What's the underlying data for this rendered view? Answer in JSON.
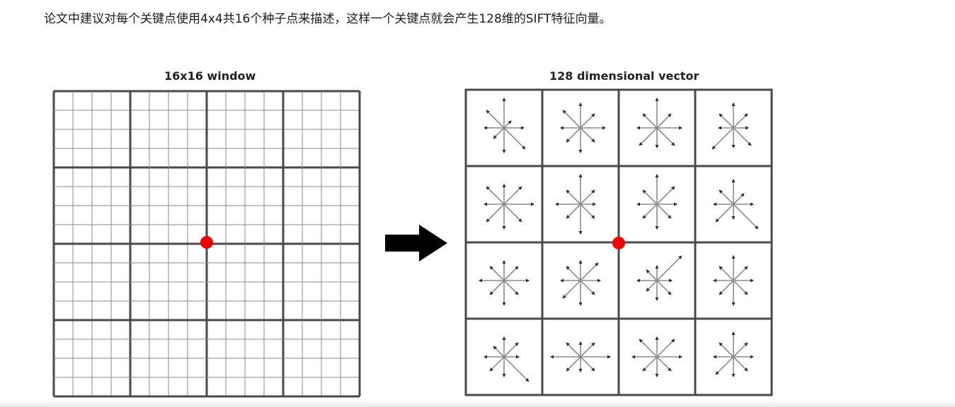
{
  "intro_text": "论文中建议对每个关键点使用4x4共16个种子点来描述，这样一个关键点就会产生128维的SIFT特征向量。",
  "left_panel": {
    "title": "16x16 window",
    "cells_per_side": 16,
    "blocks_per_side": 4
  },
  "right_panel": {
    "title": "128 dimensional vector",
    "blocks_per_side": 4,
    "orientations_per_block": 8
  },
  "colors": {
    "keypoint": "#ee0000",
    "grid_line": "#555555",
    "arrow": "#000000"
  },
  "icons": {
    "transform_arrow": "right-arrow-icon",
    "keypoint": "red-dot-icon"
  },
  "histograms": [
    [
      6,
      2,
      4,
      6,
      5,
      3,
      4,
      5
    ],
    [
      5,
      4,
      5,
      4,
      5,
      4,
      4,
      5
    ],
    [
      6,
      4,
      5,
      5,
      4,
      5,
      4,
      4
    ],
    [
      5,
      4,
      3,
      5,
      4,
      6,
      3,
      4
    ],
    [
      4,
      5,
      6,
      5,
      5,
      5,
      4,
      5
    ],
    [
      6,
      4,
      3,
      4,
      6,
      4,
      5,
      4
    ],
    [
      6,
      5,
      4,
      4,
      5,
      4,
      4,
      4
    ],
    [
      5,
      3,
      4,
      7,
      3,
      5,
      4,
      4
    ],
    [
      4,
      4,
      5,
      4,
      5,
      4,
      5,
      4
    ],
    [
      4,
      5,
      4,
      4,
      5,
      5,
      4,
      4
    ],
    [
      3,
      7,
      3,
      4,
      4,
      3,
      4,
      3
    ],
    [
      5,
      4,
      4,
      4,
      5,
      4,
      4,
      4
    ],
    [
      4,
      4,
      3,
      7,
      4,
      4,
      4,
      3
    ],
    [
      3,
      4,
      6,
      4,
      3,
      4,
      6,
      4
    ],
    [
      4,
      5,
      5,
      4,
      4,
      4,
      5,
      5
    ],
    [
      5,
      4,
      4,
      4,
      4,
      5,
      4,
      4
    ]
  ]
}
